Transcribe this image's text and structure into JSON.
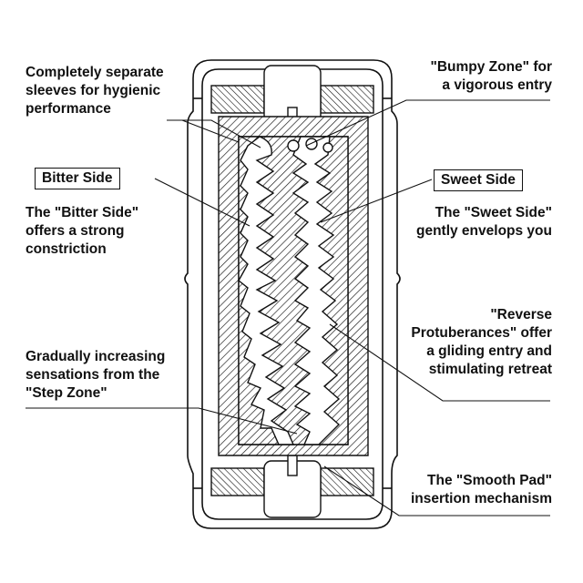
{
  "labels": {
    "separate_sleeves": [
      "Completely separate",
      "sleeves for hygienic",
      "performance"
    ],
    "bumpy_zone": [
      "\"Bumpy Zone\" for",
      "a vigorous entry"
    ],
    "bitter_side_box": "Bitter Side",
    "sweet_side_box": "Sweet Side",
    "bitter_desc": [
      "The \"Bitter Side\"",
      "offers a strong",
      "constriction"
    ],
    "sweet_desc": [
      "The \"Sweet Side\"",
      "gently envelops you"
    ],
    "reverse": [
      "\"Reverse",
      "Protuberances\" offer",
      "a gliding entry and",
      "stimulating retreat"
    ],
    "step_zone": [
      "Gradually increasing",
      "sensations from the",
      "\"Step Zone\""
    ],
    "smooth_pad": [
      "The \"Smooth Pad\"",
      "insertion mechanism"
    ]
  },
  "colors": {
    "line": "#111111",
    "background": "#ffffff"
  }
}
